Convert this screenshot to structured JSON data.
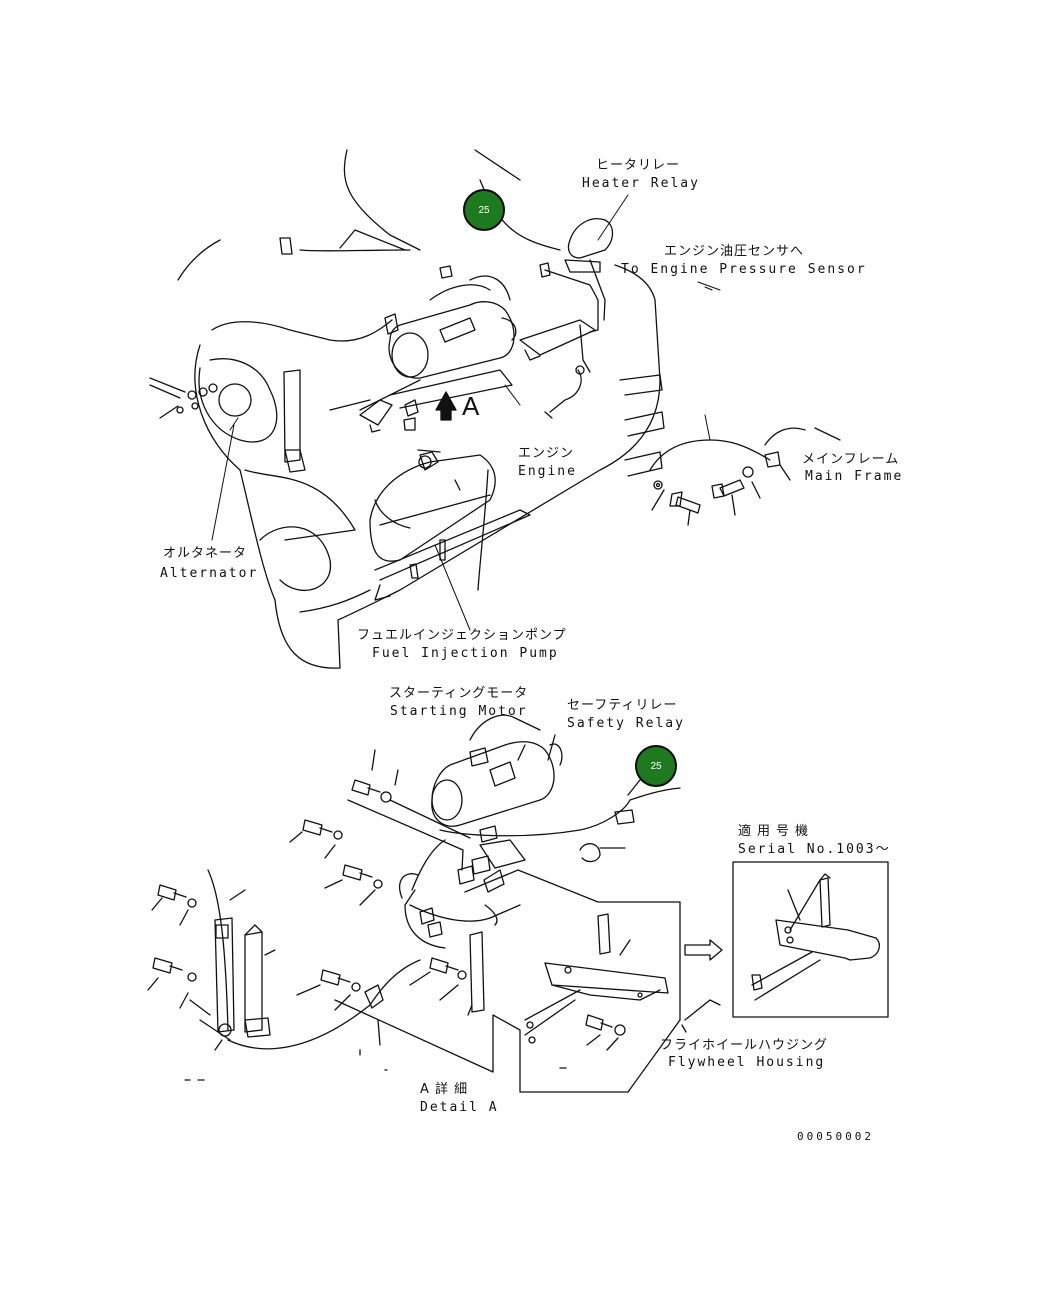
{
  "labels": {
    "heater_relay_jp": "ヒータリレー",
    "heater_relay_en": "Heater Relay",
    "engine_pressure_jp": "エンジン油圧センサへ",
    "engine_pressure_en": "To Engine Pressure Sensor",
    "engine_jp": "エンジン",
    "engine_en": "Engine",
    "main_frame_jp": "メインフレーム",
    "main_frame_en": "Main Frame",
    "alternator_jp": "オルタネータ",
    "alternator_en": "Alternator",
    "fuel_pump_jp": "フュエルインジェクションポンプ",
    "fuel_pump_en": "Fuel Injection Pump",
    "starting_motor_jp": "スターティングモータ",
    "starting_motor_en": "Starting Motor",
    "safety_relay_jp": "セーフティリレー",
    "safety_relay_en": "Safety Relay",
    "serial_jp": "適用号機",
    "serial_en": "Serial No.1003～",
    "flywheel_jp": "フライホイールハウジング",
    "flywheel_en": "Flywheel Housing",
    "detail_jp": "A 詳 細",
    "detail_en": "Detail A",
    "view_arrow": "A"
  },
  "callouts": {
    "top": "25",
    "bottom": "25"
  },
  "drawing_number": "00050002",
  "colors": {
    "callout_fill": "#1e7a1e",
    "line": "#111111"
  }
}
